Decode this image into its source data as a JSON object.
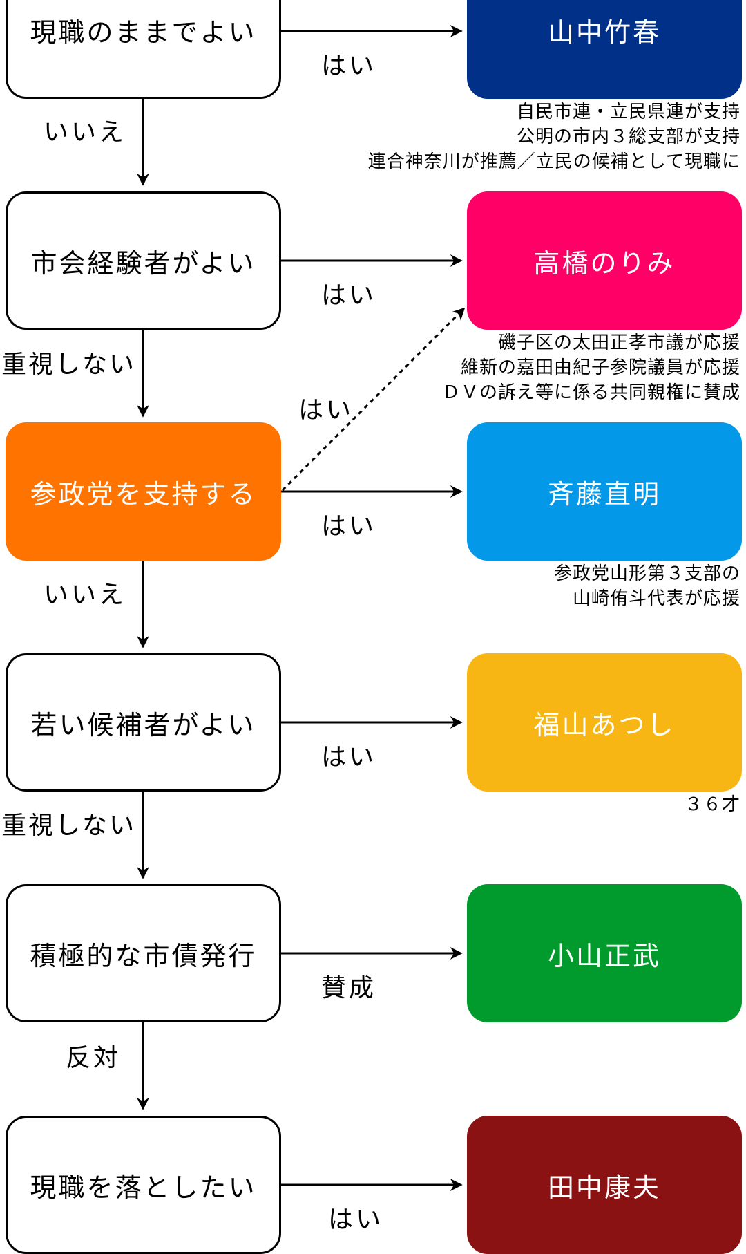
{
  "questions": [
    {
      "text": "現職のままでよい",
      "yes_label": "はい",
      "no_label": "いいえ"
    },
    {
      "text": "市会経験者がよい",
      "yes_label": "はい",
      "no_label": "重視しない"
    },
    {
      "text": "参政党を支持する",
      "yes_label": "はい",
      "alt_yes_label": "はい",
      "no_label": "いいえ"
    },
    {
      "text": "若い候補者がよい",
      "yes_label": "はい",
      "no_label": "重視しない"
    },
    {
      "text": "積極的な市債発行",
      "yes_label": "賛成",
      "no_label": "反対"
    },
    {
      "text": "現職を落としたい",
      "yes_label": "はい"
    }
  ],
  "candidates": [
    {
      "name": "山中竹春",
      "color": "#003087",
      "notes": [
        "自民市連・立民県連が支持",
        "公明の市内３総支部が支持",
        "連合神奈川が推薦／立民の候補として現職に"
      ]
    },
    {
      "name": "高橋のりみ",
      "color": "#ff0066",
      "notes": [
        "磯子区の太田正孝市議が応援",
        "維新の嘉田由紀子参院議員が応援",
        "ＤＶの訴え等に係る共同親権に賛成"
      ]
    },
    {
      "name": "斉藤直明",
      "color": "#0399e8",
      "notes": [
        "参政党山形第３支部の",
        "山崎侑斗代表が応援"
      ]
    },
    {
      "name": "福山あつし",
      "color": "#f7b614",
      "notes": [
        "３６才"
      ]
    },
    {
      "name": "小山正武",
      "color": "#009b2c",
      "notes": []
    },
    {
      "name": "田中康夫",
      "color": "#8b1212",
      "notes": []
    }
  ]
}
